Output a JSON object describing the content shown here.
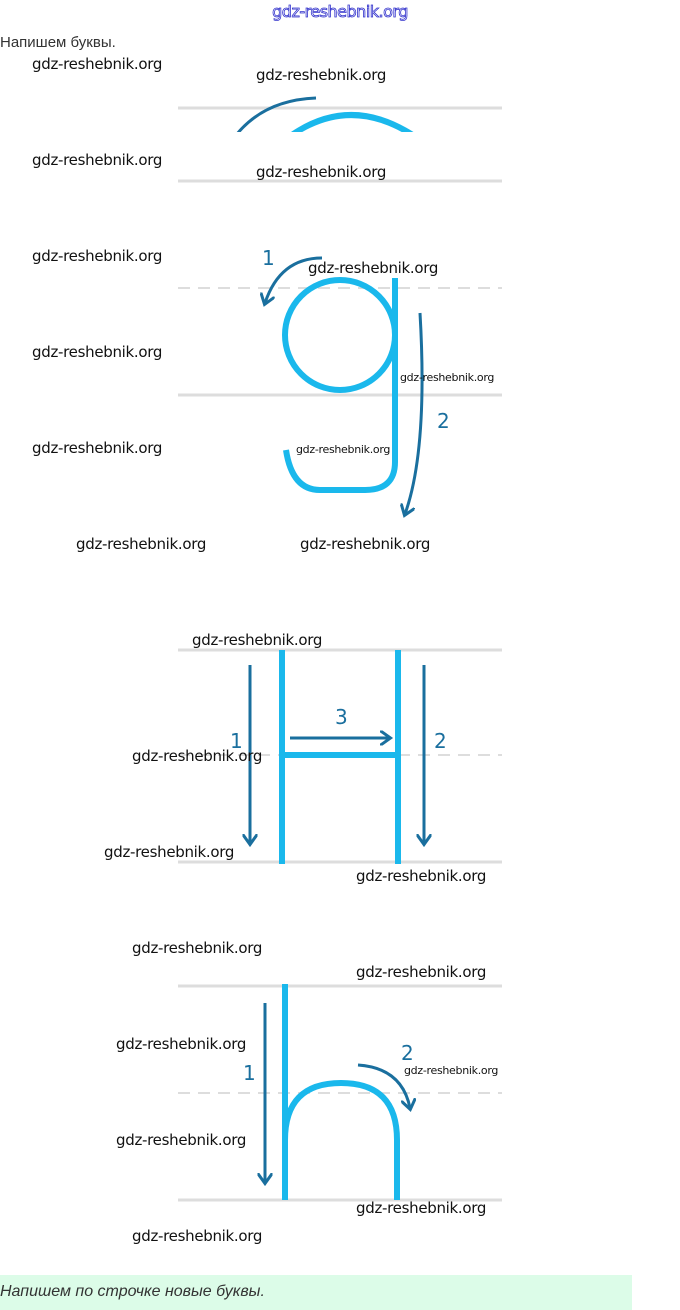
{
  "site_label": "gdz-reshebnik.org",
  "heading": "Напишем буквы.",
  "watermark": "gdz-reshebnik.org",
  "stroke_numbers": {
    "one": "1",
    "two": "2",
    "three": "3"
  },
  "colors": {
    "letter": "#1ab8ec",
    "arrow": "#1a6f9e",
    "guide_line": "#dddddd",
    "footer_bg": "#dcfce8"
  },
  "footer": {
    "text": "Напишем по строчке новые буквы."
  }
}
